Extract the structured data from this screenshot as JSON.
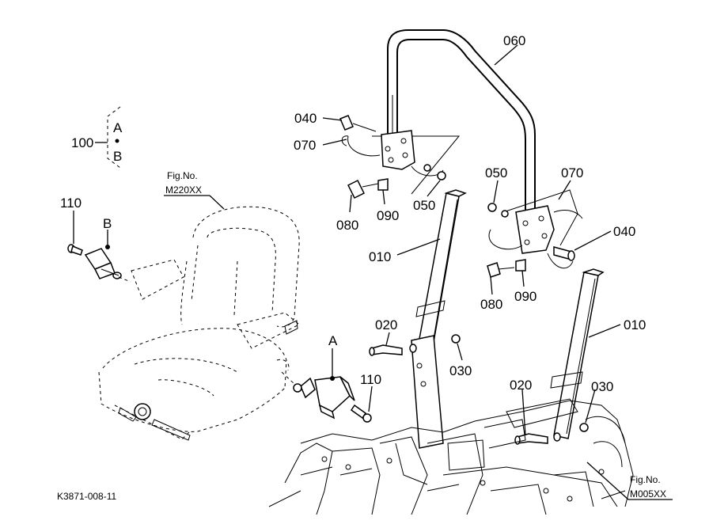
{
  "diagram": {
    "code": "K3871-008-11",
    "group": {
      "number": "100",
      "items": [
        "A",
        "B"
      ]
    },
    "fig_refs": [
      {
        "label": "Fig.No.",
        "number": "M220XX"
      },
      {
        "label": "Fig.No.",
        "number": "M005XX"
      }
    ],
    "callouts": {
      "c060": "060",
      "c040_left": "040",
      "c070_left": "070",
      "c080_left": "080",
      "c090_left": "090",
      "c050_left": "050",
      "c010_left": "010",
      "c020_left": "020",
      "c030_left": "030",
      "c050_right": "050",
      "c070_right": "070",
      "c040_right": "040",
      "c080_right": "080",
      "c090_right": "090",
      "c010_right": "010",
      "c020_right": "020",
      "c030_right": "030",
      "c110_left": "110",
      "c110_right": "110",
      "c_A": "A",
      "c_B": "B"
    }
  }
}
